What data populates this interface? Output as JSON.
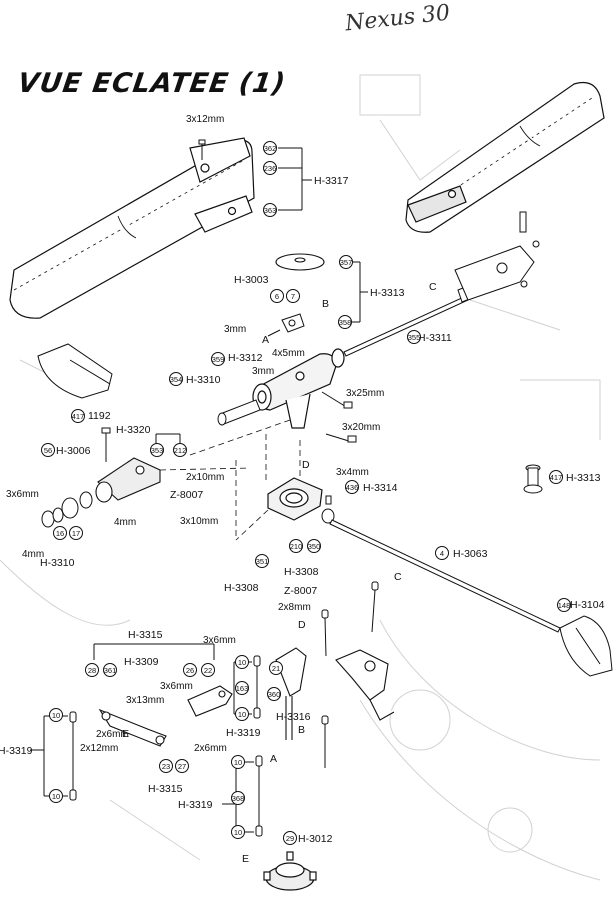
{
  "header": {
    "handwritten_note": "Nexus 30",
    "title": "VUE ECLATEE (1)"
  },
  "labels": {
    "main_blade_grip_set": "H-3317",
    "screw_3x12": "3x12mm",
    "flybar_set": "H-3313",
    "flybar_seesaw": "H-3003",
    "flybar_rod": "H-3311",
    "screw_3mm_a": "3mm",
    "screw_3mm_b": "3mm",
    "screw_4x5": "4x5mm",
    "damper": "H-3312",
    "spindle": "H-3310",
    "screw_3x25": "3x25mm",
    "screw_3x20": "3x20mm",
    "part_1192": "1192",
    "grip_assembly": "H-3320",
    "head_block": "H-3006",
    "screw_2x10": "2x10mm",
    "washer_z8007_a": "Z-8007",
    "screw_3x6_a": "3x6mm",
    "nut_4mm_a": "4mm",
    "nut_4mm_b": "4mm",
    "spindle_b": "H-3310",
    "screw_3x10": "3x10mm",
    "joint_h3308_a": "H-3308",
    "joint_h3308_b": "H-3308",
    "washer_z8007_b": "Z-8007",
    "screw_2x8": "2x8mm",
    "screw_3x4": "3x4mm",
    "collar": "H-3314",
    "flybar_long": "H-3063",
    "paddle": "H-3104",
    "hub_pin": "H-3313",
    "mixing_set": "H-3315",
    "mixer": "H-3309",
    "screw_3x6_b": "3x6mm",
    "screw_3x6_c": "3x6mm",
    "screw_3x13": "3x13mm",
    "screw_2x6_a": "2x6mm",
    "screw_2x12": "2x12mm",
    "screw_2x6_b": "2x6mm",
    "rod_h3319_left": "H-3319",
    "rod_h3319_mid": "H-3319",
    "rod_h3319_bottom": "H-3319",
    "mixing_set_b": "H-3315",
    "washout": "H-3316",
    "swashplate": "H-3012"
  },
  "letters": [
    "A",
    "B",
    "C",
    "D",
    "E"
  ],
  "part_numbers": {
    "n362": "362",
    "n236": "236",
    "n363": "363",
    "n357": "357",
    "n6": "6",
    "n7": "7",
    "n358": "358",
    "n359": "359",
    "n354": "354",
    "n355": "355",
    "n417a": "417",
    "n56": "56",
    "n353": "353",
    "n212": "212",
    "n16": "16",
    "n17": "17",
    "n417b": "417",
    "n436": "436",
    "n210": "210",
    "n350": "350",
    "n351": "351",
    "n4": "4",
    "n148": "148",
    "n28": "28",
    "n361": "361",
    "n26": "26",
    "n22": "22",
    "n10a": "10",
    "n10b": "10",
    "n10c": "10",
    "n10d": "10",
    "n10e": "10",
    "n10f": "10",
    "n163": "163",
    "n21": "21",
    "n360": "360",
    "n23": "23",
    "n27": "27",
    "n368": "368",
    "n29": "29"
  }
}
